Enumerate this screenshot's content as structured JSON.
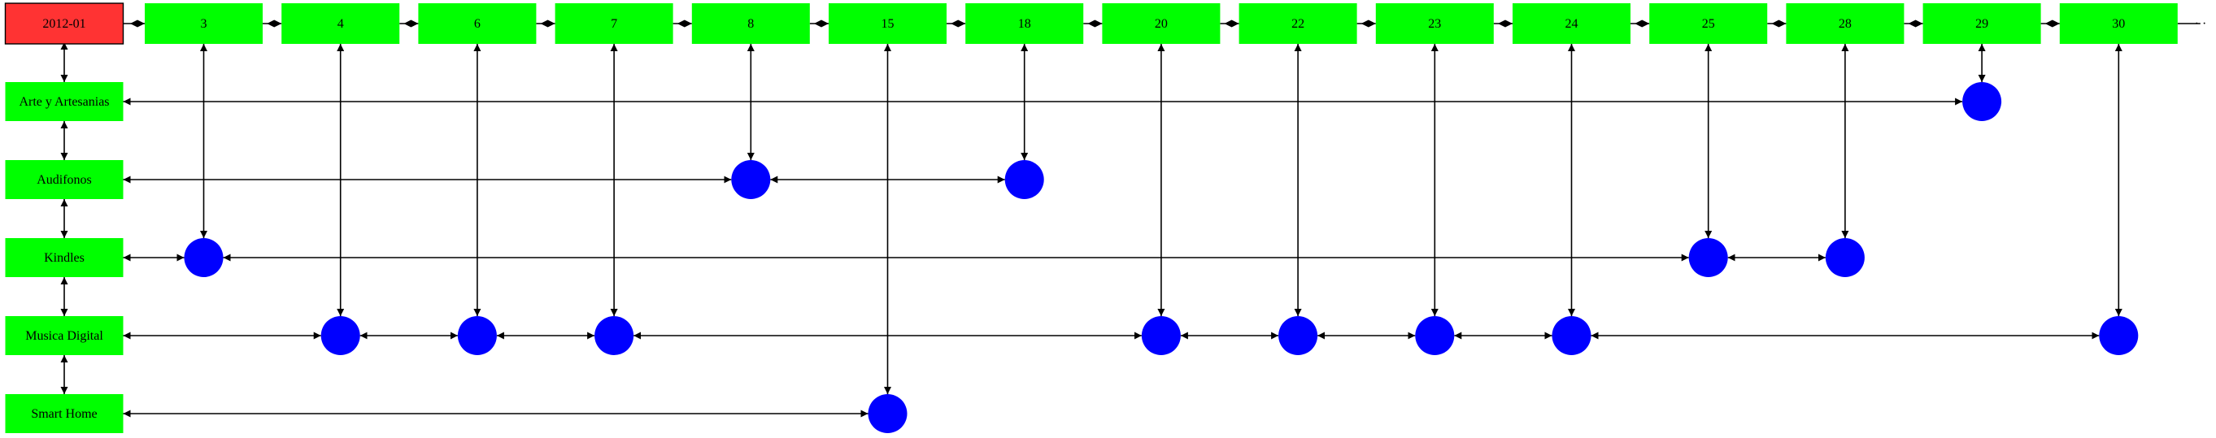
{
  "title": "2012-01",
  "days": [
    "3",
    "4",
    "6",
    "7",
    "8",
    "15",
    "18",
    "20",
    "22",
    "23",
    "24",
    "25",
    "28",
    "29",
    "30"
  ],
  "categories": [
    "Arte y Artesanias",
    "Audifonos",
    "Kindles",
    "Musica Digital",
    "Smart Home"
  ],
  "events": [
    {
      "category": "Arte y Artesanias",
      "days": [
        "29"
      ]
    },
    {
      "category": "Audifonos",
      "days": [
        "8",
        "18"
      ]
    },
    {
      "category": "Kindles",
      "days": [
        "3",
        "25",
        "28"
      ]
    },
    {
      "category": "Musica Digital",
      "days": [
        "4",
        "6",
        "7",
        "20",
        "22",
        "23",
        "24",
        "30"
      ]
    },
    {
      "category": "Smart Home",
      "days": [
        "15"
      ]
    }
  ],
  "ellipsis": "·  ·",
  "colors": {
    "title_fill": "#ff3333",
    "node_fill": "#00ff00",
    "event_fill": "#0000ff",
    "edge": "#000000"
  }
}
